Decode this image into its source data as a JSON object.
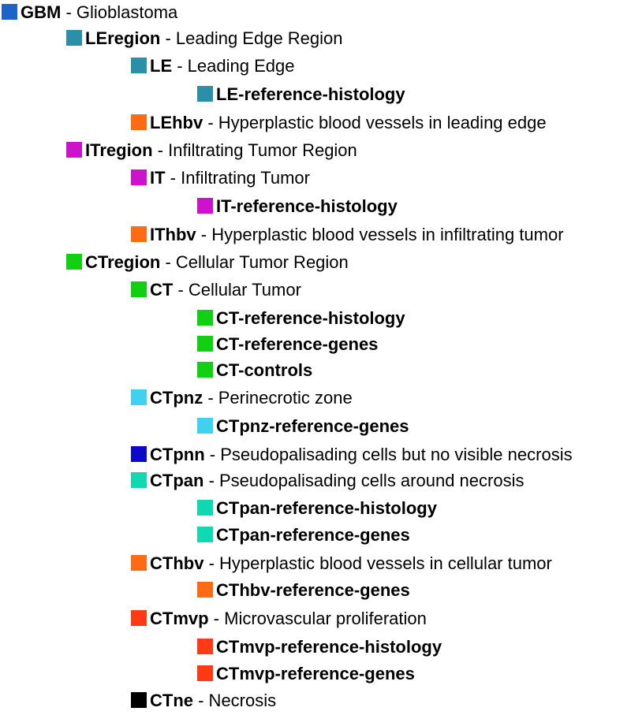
{
  "tree": {
    "nodes": [
      {
        "code": "GBM",
        "desc": "Glioblastoma",
        "color": "#1e64c8",
        "level": 0
      },
      {
        "code": "LEregion",
        "desc": "Leading Edge Region",
        "color": "#2a8fa7",
        "level": 1
      },
      {
        "code": "LE",
        "desc": "Leading Edge",
        "color": "#2a8fa7",
        "level": 2
      },
      {
        "code": "LE-reference-histology",
        "desc": "",
        "color": "#2a8fa7",
        "level": 3
      },
      {
        "code": "LEhbv",
        "desc": "Hyperplastic blood vessels in leading edge",
        "color": "#ff6a14",
        "level": 2
      },
      {
        "code": "ITregion",
        "desc": "Infiltrating Tumor Region",
        "color": "#cc12cc",
        "level": 1
      },
      {
        "code": "IT",
        "desc": "Infiltrating Tumor",
        "color": "#cc12cc",
        "level": 2
      },
      {
        "code": "IT-reference-histology",
        "desc": "",
        "color": "#cc12cc",
        "level": 3
      },
      {
        "code": "IThbv",
        "desc": "Hyperplastic blood vessels in infiltrating tumor",
        "color": "#ff6a14",
        "level": 2
      },
      {
        "code": "CTregion",
        "desc": "Cellular Tumor Region",
        "color": "#11d011",
        "level": 1
      },
      {
        "code": "CT",
        "desc": "Cellular Tumor",
        "color": "#11d011",
        "level": 2
      },
      {
        "code": "CT-reference-histology",
        "desc": "",
        "color": "#11d011",
        "level": 3
      },
      {
        "code": "CT-reference-genes",
        "desc": "",
        "color": "#11d011",
        "level": 3
      },
      {
        "code": "CT-controls",
        "desc": "",
        "color": "#11d011",
        "level": 3
      },
      {
        "code": "CTpnz",
        "desc": "Perinecrotic zone",
        "color": "#40d0f0",
        "level": 2
      },
      {
        "code": "CTpnz-reference-genes",
        "desc": "",
        "color": "#40d0f0",
        "level": 3
      },
      {
        "code": "CTpnn",
        "desc": "Pseudopalisading cells but no visible necrosis",
        "color": "#0a0ac8",
        "level": 2
      },
      {
        "code": "CTpan",
        "desc": "Pseudopalisading cells around necrosis",
        "color": "#10d8b0",
        "level": 2
      },
      {
        "code": "CTpan-reference-histology",
        "desc": "",
        "color": "#10d8b0",
        "level": 3
      },
      {
        "code": "CTpan-reference-genes",
        "desc": "",
        "color": "#10d8b0",
        "level": 3
      },
      {
        "code": "CThbv",
        "desc": "Hyperplastic blood vessels in cellular tumor",
        "color": "#ff6a14",
        "level": 2
      },
      {
        "code": "CThbv-reference-genes",
        "desc": "",
        "color": "#ff6a14",
        "level": 3
      },
      {
        "code": "CTmvp",
        "desc": "Microvascular proliferation",
        "color": "#ff3a14",
        "level": 2
      },
      {
        "code": "CTmvp-reference-histology",
        "desc": "",
        "color": "#ff3a14",
        "level": 3
      },
      {
        "code": "CTmvp-reference-genes",
        "desc": "",
        "color": "#ff3a14",
        "level": 3
      },
      {
        "code": "CTne",
        "desc": "Necrosis",
        "color": "#000000",
        "level": 2
      }
    ]
  }
}
